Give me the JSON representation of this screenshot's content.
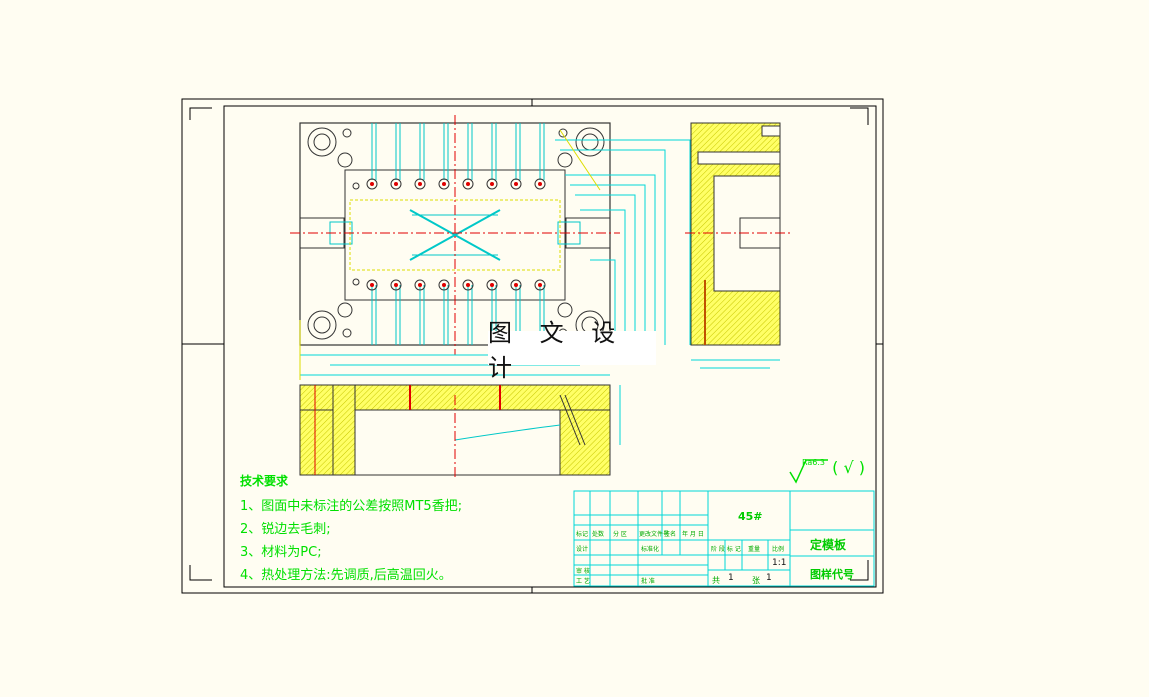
{
  "watermark": "图 文 设 计",
  "tech_requirements": {
    "title": "技术要求",
    "items": [
      "1、图面中未标注的公差按照MT5香把;",
      "2、锐边去毛刺;",
      "3、材料为PC;",
      "4、热处理方法:先调质,后高温回火。"
    ]
  },
  "roughness": {
    "value": "Ra6.3",
    "symbol": "( √ )"
  },
  "title_block": {
    "material": "45#",
    "part_name": "定模板",
    "drawing_code": "图样代号",
    "scale": "1:1",
    "sheet_total_label": "共",
    "sheet_total": "1",
    "sheet_label": "张",
    "sheet_num": "1",
    "row_labels": [
      "标记",
      "处数",
      "分 区",
      "更改文件号",
      "签名",
      "年 月 日"
    ],
    "design_label": "设计",
    "approve_label": "标准化",
    "stage_labels": [
      "阶 段 标 记",
      "重量",
      "比例"
    ],
    "review_label": "审 核",
    "process_label": "工 艺",
    "approved_label": "批 准"
  },
  "colors": {
    "background": "#fffdf2",
    "frame": "#000000",
    "dimension": "#00d8d8",
    "text_green": "#00e000",
    "centerline": "#e00000",
    "hatch": "#ffff55",
    "plate": "#333333"
  }
}
